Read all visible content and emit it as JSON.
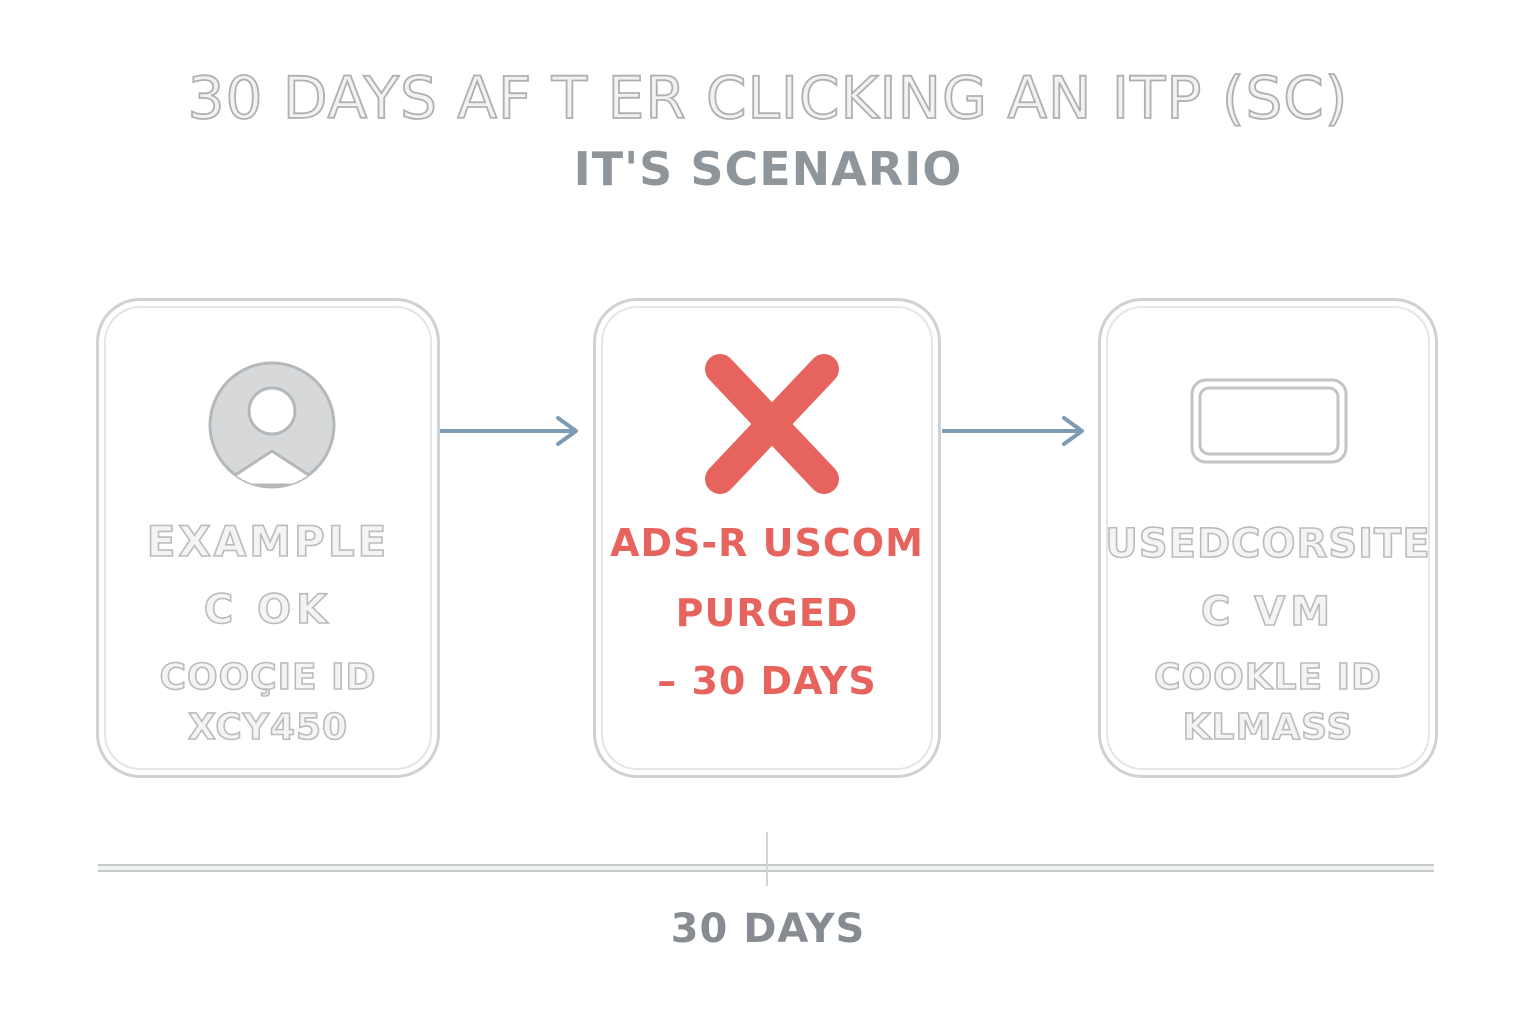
{
  "header": {
    "title": "30 DAYS AF T ER CLICKING AN ITP (SC)",
    "subtitle": "IT'S SCENARIO"
  },
  "cards": [
    {
      "icon": "user-avatar-icon",
      "line1": "EXAMPLE",
      "line2": "C OK",
      "line3": "COOÇIE ID",
      "line4": "XCY450"
    },
    {
      "icon": "red-x-icon",
      "line1": "ADS-R USCOM",
      "line2": "PURGED",
      "line3": "– 30 DAYS"
    },
    {
      "icon": "rounded-rectangle-icon",
      "line1": "USEDCORSITE",
      "line2": "C VM",
      "line3": "COOKLE ID",
      "line4": "KLMASS"
    }
  ],
  "timeline": {
    "label": "30 DAYS"
  },
  "colors": {
    "accent_red": "#e6645d",
    "arrow_blue": "#7d9bb3",
    "outline_gray": "#b9bcbf"
  }
}
